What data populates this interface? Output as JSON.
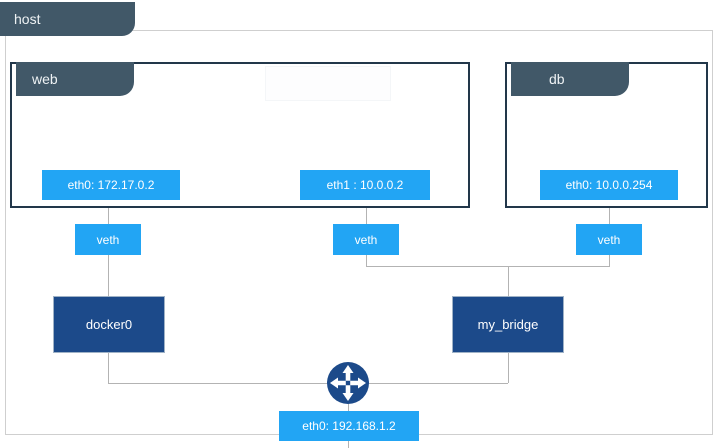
{
  "diagram": {
    "title": "host",
    "namespaces": [
      {
        "id": "web",
        "label": "web"
      },
      {
        "id": "db",
        "label": "db"
      }
    ],
    "interfaces": [
      {
        "id": "web-eth0",
        "label": "eth0: 172.17.0.2",
        "parent": "web"
      },
      {
        "id": "web-eth1",
        "label": "eth1 : 10.0.0.2",
        "parent": "web"
      },
      {
        "id": "db-eth0",
        "label": "eth0: 10.0.0.254",
        "parent": "db"
      },
      {
        "id": "host-eth0",
        "label": "eth0: 192.168.1.2",
        "parent": "host"
      }
    ],
    "veths": [
      {
        "id": "veth-left",
        "label": "veth"
      },
      {
        "id": "veth-middle",
        "label": "veth"
      },
      {
        "id": "veth-right",
        "label": "veth"
      }
    ],
    "bridges": [
      {
        "id": "docker0",
        "label": "docker0"
      },
      {
        "id": "my_bridge",
        "label": "my_bridge"
      }
    ],
    "router": {
      "id": "router",
      "icon": "router-icon"
    },
    "colors": {
      "tab": "#415868",
      "namespace_border": "#22374a",
      "interface": "#22a5f4",
      "bridge": "#1c4a8a",
      "line": "#b3b3b3",
      "host_border": "#cfcfcf"
    }
  }
}
